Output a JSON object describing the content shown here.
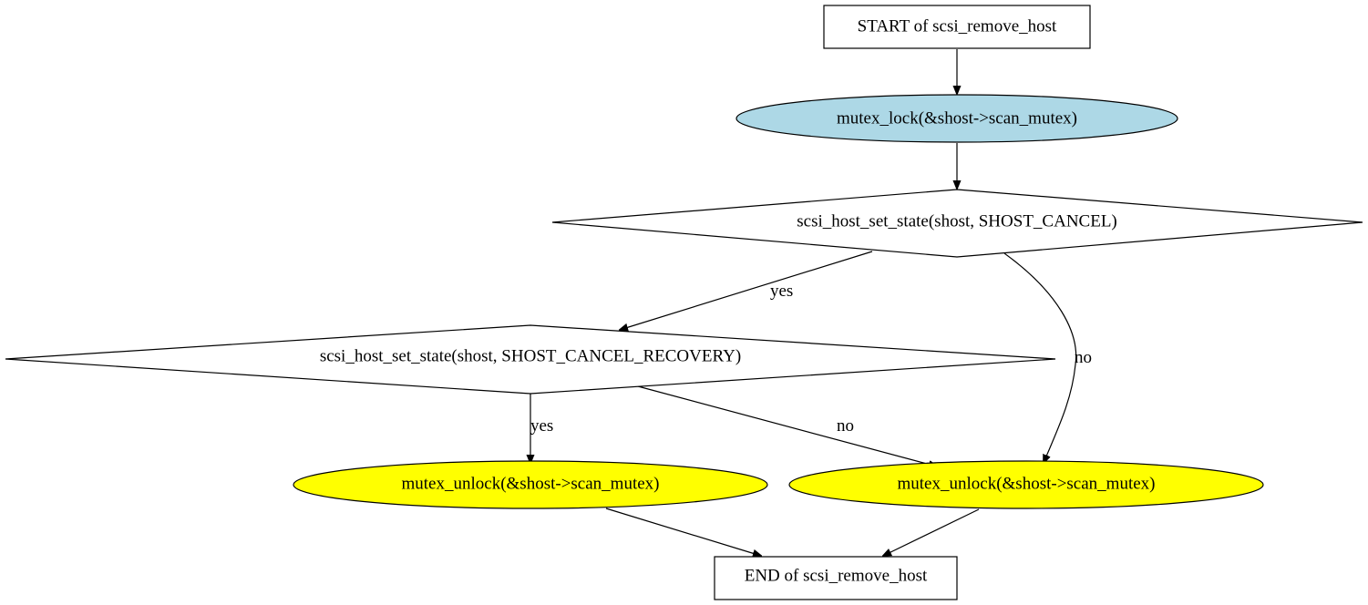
{
  "nodes": {
    "start": {
      "label": "START of scsi_remove_host"
    },
    "lock": {
      "label": "mutex_lock(&shost->scan_mutex)",
      "fill": "#add8e6"
    },
    "cancel": {
      "label": "scsi_host_set_state(shost, SHOST_CANCEL)"
    },
    "cancel_recovery": {
      "label": "scsi_host_set_state(shost, SHOST_CANCEL_RECOVERY)"
    },
    "unlock_left": {
      "label": "mutex_unlock(&shost->scan_mutex)",
      "fill": "#ffff00"
    },
    "unlock_right": {
      "label": "mutex_unlock(&shost->scan_mutex)",
      "fill": "#ffff00"
    },
    "end": {
      "label": "END of scsi_remove_host"
    }
  },
  "edges": {
    "cancel_yes": "yes",
    "cancel_no": "no",
    "recovery_yes": "yes",
    "recovery_no": "no"
  }
}
